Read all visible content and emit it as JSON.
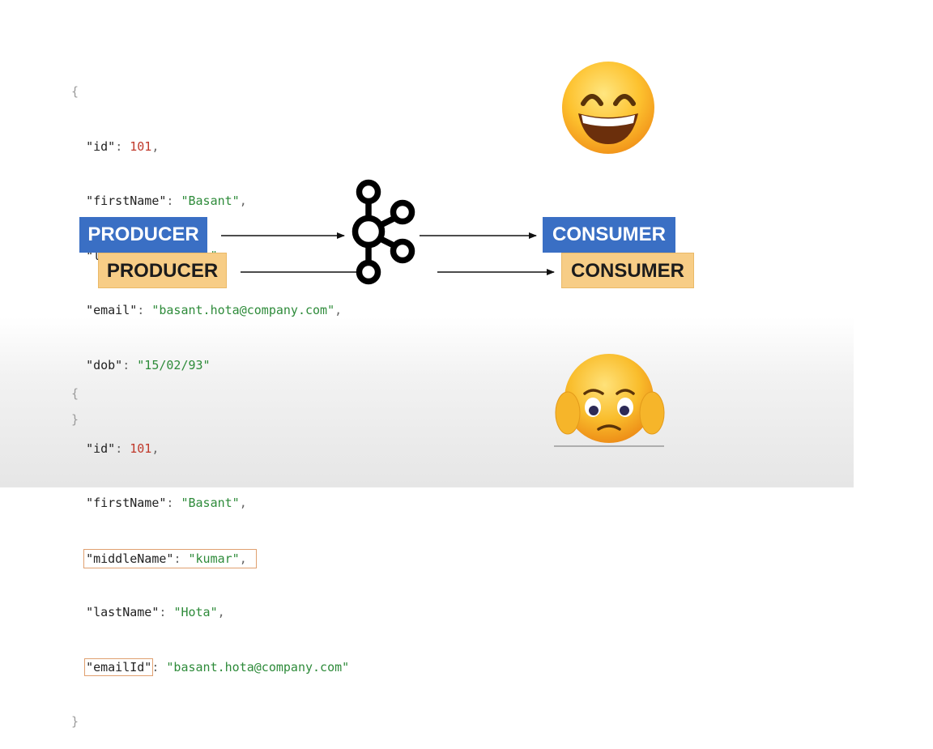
{
  "top_json": {
    "open_brace": "{",
    "close_brace": "}",
    "lines": [
      {
        "key": "\"id\"",
        "value": "101",
        "type": "num",
        "trail": ","
      },
      {
        "key": "\"firstName\"",
        "value": "\"Basant\"",
        "type": "str",
        "trail": ","
      },
      {
        "key": "\"lastName\"",
        "value": "\"Hota\"",
        "type": "str",
        "trail": ","
      },
      {
        "key": "\"email\"",
        "value": "\"basant.hota@company.com\"",
        "type": "str",
        "trail": ","
      },
      {
        "key": "\"dob\"",
        "value": "\"15/02/93\"",
        "type": "str",
        "trail": ""
      }
    ]
  },
  "bottom_json": {
    "open_brace": "{",
    "close_brace": "}",
    "lines": [
      {
        "key": "\"id\"",
        "value": "101",
        "type": "num",
        "trail": ","
      },
      {
        "key": "\"firstName\"",
        "value": "\"Basant\"",
        "type": "str",
        "trail": ","
      },
      {
        "key": "\"middleName\"",
        "value": "\"kumar\"",
        "type": "str",
        "trail": ","
      },
      {
        "key": "\"lastName\"",
        "value": "\"Hota\"",
        "type": "str",
        "trail": ","
      },
      {
        "key": "\"emailId\"",
        "value": "\"basant.hota@company.com\"",
        "type": "str",
        "trail": ""
      }
    ]
  },
  "boxes": {
    "producer_blue": "PRODUCER",
    "producer_orange": "PRODUCER",
    "consumer_blue": "CONSUMER",
    "consumer_orange": "CONSUMER"
  },
  "icons": {
    "broker": "kafka-logo-icon",
    "happy": "smiling-emoji-icon",
    "sad": "worried-emoji-icon"
  },
  "colors": {
    "blue_box": "#3a6fc4",
    "orange_box": "#f7cd86",
    "string_value": "#2e8b3a",
    "number_value": "#c0392b",
    "highlight_border": "#e0a070"
  }
}
